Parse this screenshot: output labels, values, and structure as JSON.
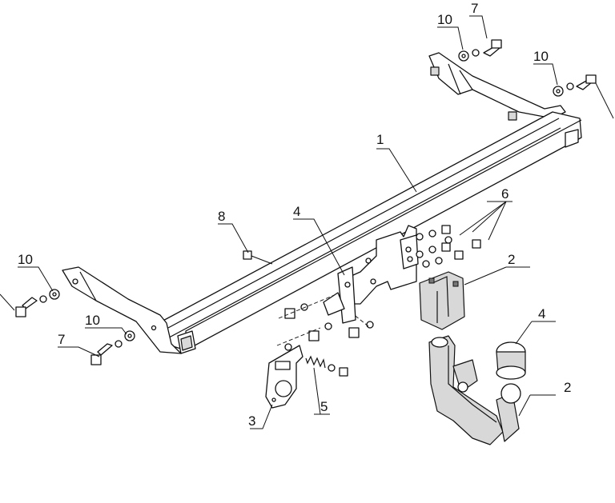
{
  "labels": {
    "p1": "1",
    "p2a": "2",
    "p2b": "2",
    "p3": "3",
    "p4a": "4",
    "p4b": "4",
    "p5": "5",
    "p6": "6",
    "p7a": "7",
    "p7b": "7",
    "p8": "8",
    "p10a": "10",
    "p10b": "10",
    "p10c": "10",
    "p10d": "10"
  }
}
